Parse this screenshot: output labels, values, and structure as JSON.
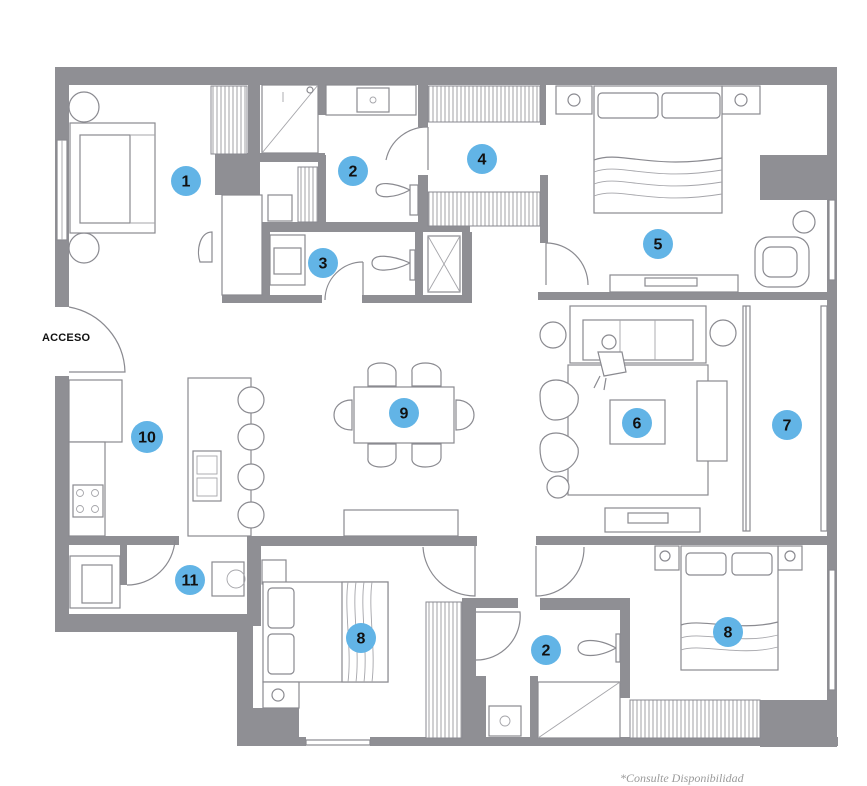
{
  "access_label": "ACCESO",
  "footnote": "*Consulte Disponibilidad",
  "markers": [
    "1",
    "2",
    "3",
    "4",
    "5",
    "6",
    "7",
    "8",
    "9",
    "10",
    "11",
    "2",
    "8"
  ],
  "colors": {
    "wall": "#8f8f94",
    "marker": "#62b4e6",
    "line": "#8a8a90"
  }
}
